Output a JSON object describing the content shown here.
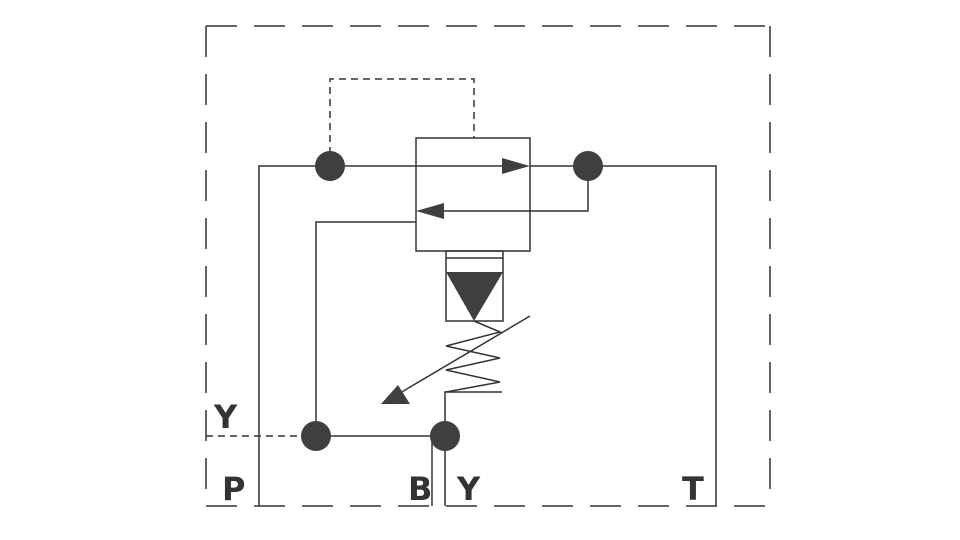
{
  "diagram": {
    "ports": {
      "y_left": "Y",
      "p": "P",
      "b": "B",
      "y_bottom": "Y",
      "t": "T"
    },
    "colors": {
      "line": "#333333",
      "fill": "#3f3f3f",
      "background": "#ffffff"
    }
  }
}
